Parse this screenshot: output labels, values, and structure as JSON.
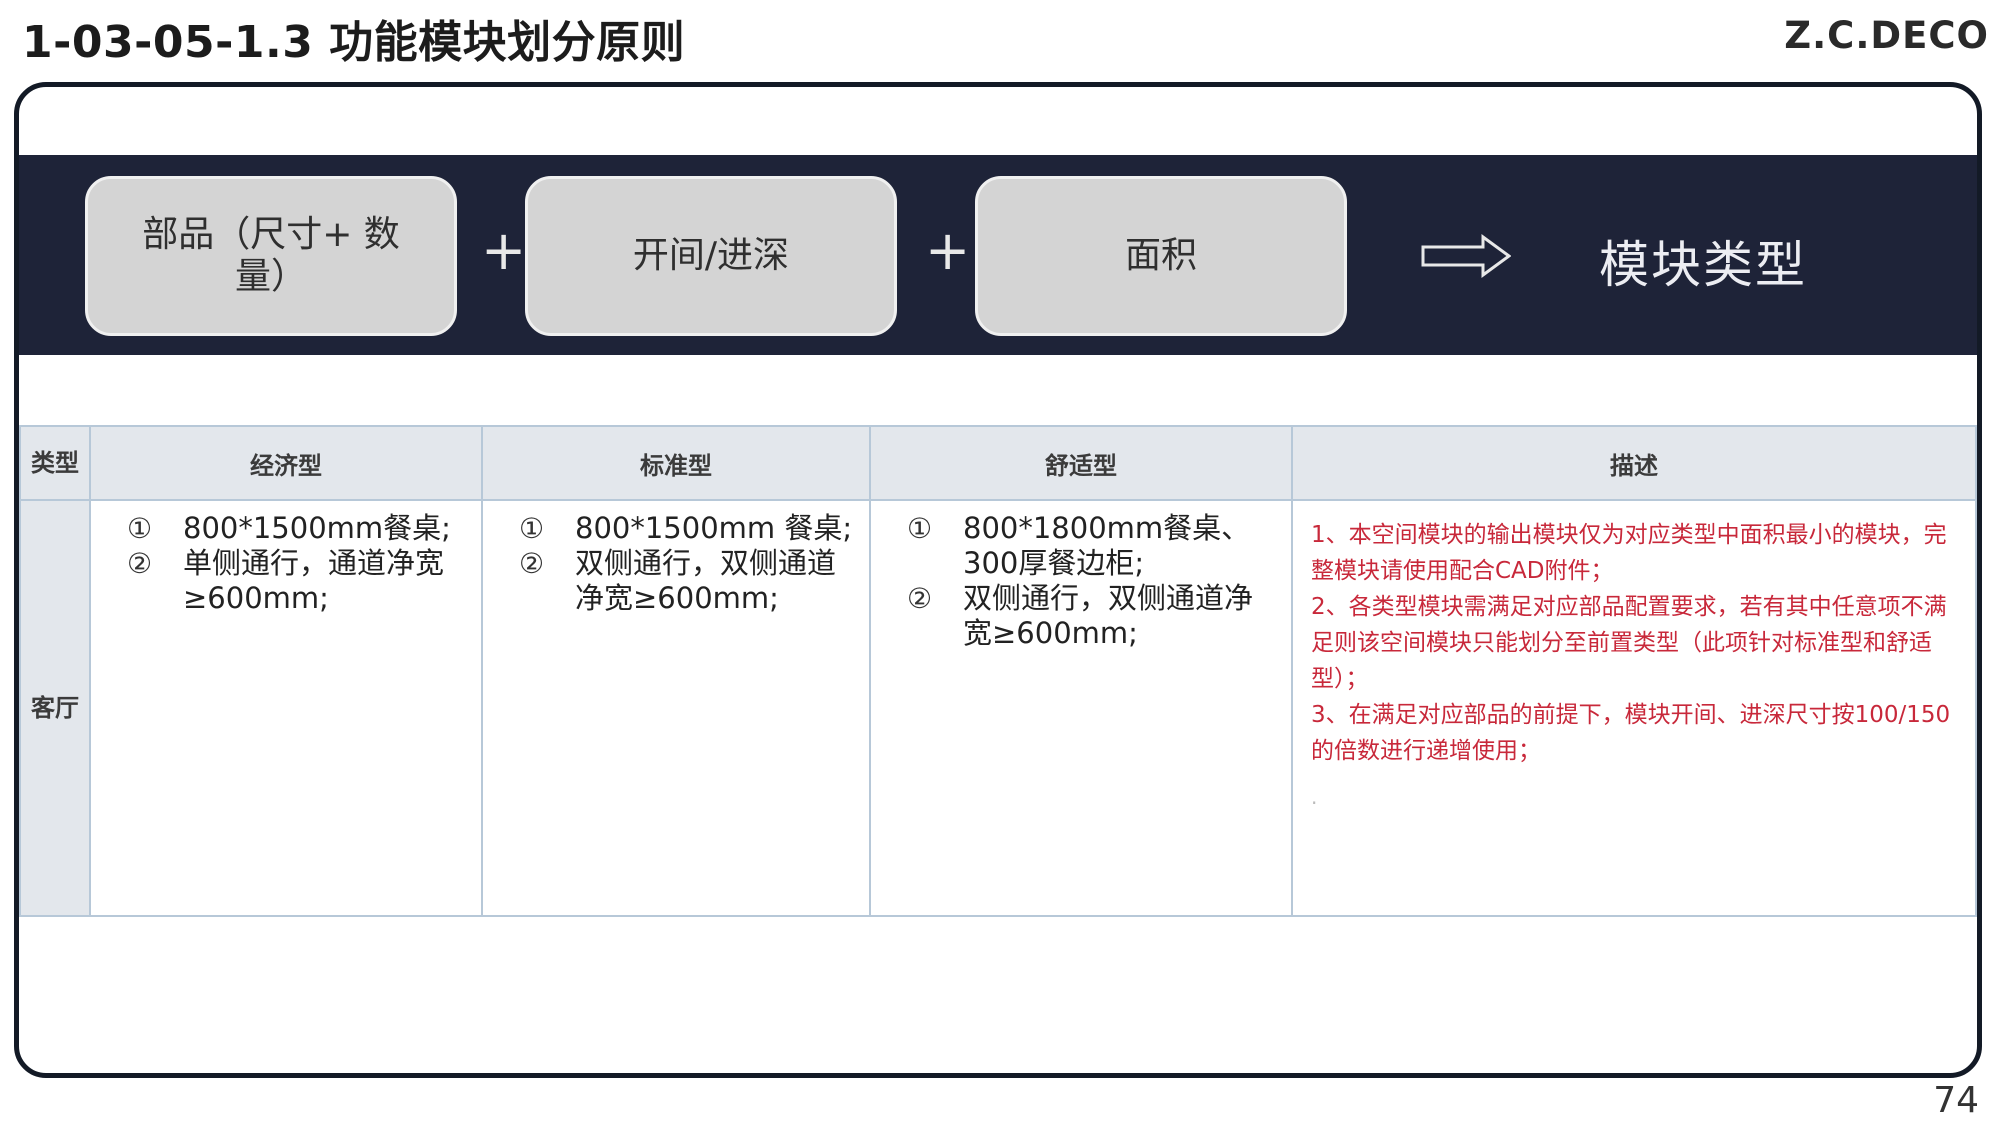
{
  "header": {
    "title": "1-03-05-1.3 功能模块划分原则",
    "brand": "Z.C.DECO"
  },
  "formula": {
    "parts": [
      "部品（尺寸+ 数量）",
      "开间/进深",
      "面积"
    ],
    "operator": "+",
    "result": "模块类型",
    "arrow_icon": "double-right-arrow-icon"
  },
  "table": {
    "type_header": "类型",
    "columns": [
      "经济型",
      "标准型",
      "舒适型",
      "描述"
    ],
    "rows": [
      {
        "label": "客厅",
        "economy": [
          "800*1500mm餐桌;",
          "单侧通行，通道净宽≥600mm;"
        ],
        "standard": [
          "800*1500mm 餐桌;",
          "双侧通行，双侧通道净宽≥600mm;"
        ],
        "comfort": [
          "800*1800mm餐桌、300厚餐边柜;",
          "双侧通行，双侧通道净宽≥600mm;"
        ],
        "description": [
          "1、本空间模块的输出模块仅为对应类型中面积最小的模块，完整模块请使用配合CAD附件；",
          "2、各类型模块需满足对应部品配置要求，若有其中任意项不满足则该空间模块只能划分至前置类型（此项针对标准型和舒适型）；",
          "3、在满足对应部品的前提下，模块开间、进深尺寸按100/150的倍数进行递增使用；"
        ],
        "trailing_mark": "."
      }
    ],
    "item_markers": [
      "①",
      "②"
    ]
  },
  "footer": {
    "page_number": "74"
  },
  "colors": {
    "band": "#1e2338",
    "pill": "#d4d4d4",
    "header_cell": "#e3e7ec",
    "grid": "#b7c8d8",
    "description_text": "#c8283a"
  }
}
